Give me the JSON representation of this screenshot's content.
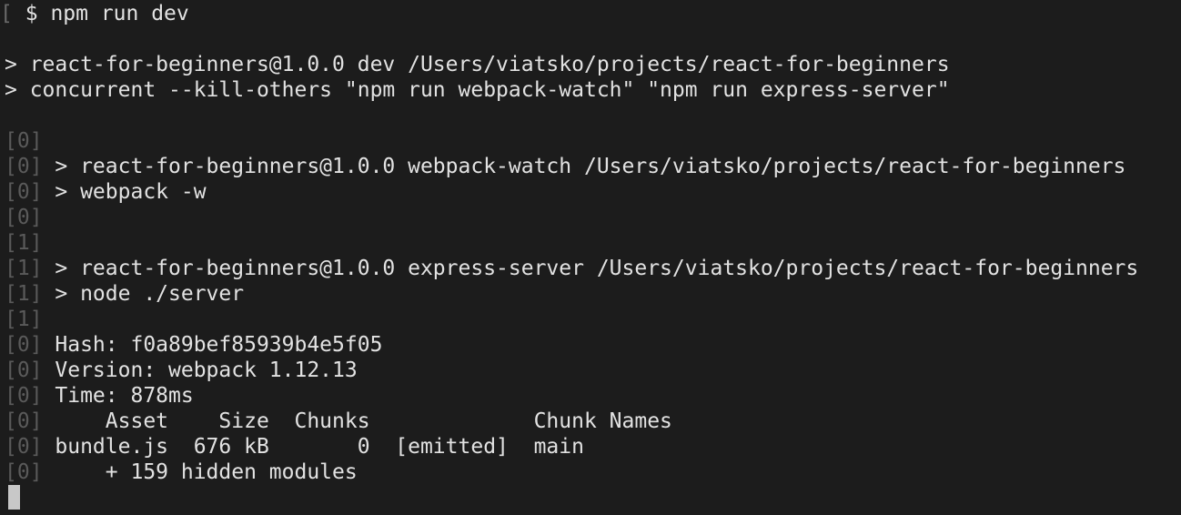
{
  "terminal": {
    "prompt_bracket": "[",
    "prompt_symbol": "$",
    "command": "npm run dev",
    "npm_lines": [
      "> react-for-beginners@1.0.0 dev /Users/viatsko/projects/react-for-beginners",
      "> concurrent --kill-others \"npm run webpack-watch\" \"npm run express-server\""
    ],
    "output": [
      {
        "tag": "[0]",
        "text": ""
      },
      {
        "tag": "[0]",
        "text": " > react-for-beginners@1.0.0 webpack-watch /Users/viatsko/projects/react-for-beginners"
      },
      {
        "tag": "[0]",
        "text": " > webpack -w"
      },
      {
        "tag": "[0]",
        "text": ""
      },
      {
        "tag": "[1]",
        "text": ""
      },
      {
        "tag": "[1]",
        "text": " > react-for-beginners@1.0.0 express-server /Users/viatsko/projects/react-for-beginners"
      },
      {
        "tag": "[1]",
        "text": " > node ./server"
      },
      {
        "tag": "[1]",
        "text": ""
      },
      {
        "tag": "[0]",
        "text": " Hash: f0a89bef85939b4e5f05"
      },
      {
        "tag": "[0]",
        "text": " Version: webpack 1.12.13"
      },
      {
        "tag": "[0]",
        "text": " Time: 878ms"
      },
      {
        "tag": "[0]",
        "text": "     Asset    Size  Chunks             Chunk Names"
      },
      {
        "tag": "[0]",
        "text": " bundle.js  676 kB       0  [emitted]  main"
      },
      {
        "tag": "[0]",
        "text": "     + 159 hidden modules"
      }
    ]
  }
}
